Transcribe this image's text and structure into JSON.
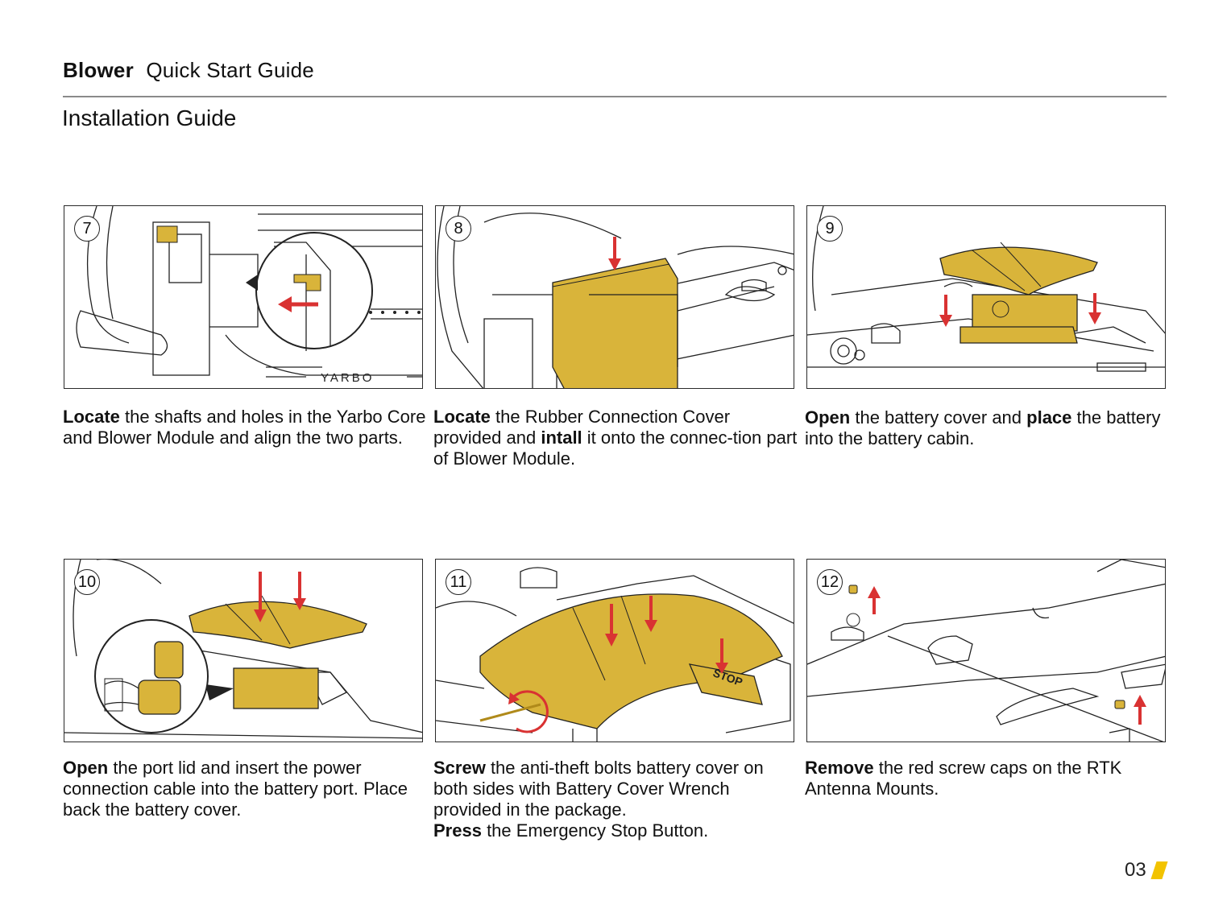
{
  "header": {
    "brand": "Blower",
    "subtitle": "Quick Start Guide"
  },
  "section_title": "Installation Guide",
  "steps": [
    {
      "number": "7",
      "parts": [
        {
          "b": "Locate"
        },
        {
          "t": " the shafts and holes in the Yarbo Core and Blower Module and align the two parts."
        }
      ],
      "illustration_label": "YARBO"
    },
    {
      "number": "8",
      "parts": [
        {
          "b": "Locate"
        },
        {
          "t": " the Rubber Connection Cover provided and "
        },
        {
          "b": "intall"
        },
        {
          "t": " it onto the connec-tion part of Blower Module."
        }
      ]
    },
    {
      "number": "9",
      "parts": [
        {
          "b": "Open"
        },
        {
          "t": " the battery cover and "
        },
        {
          "b": "place"
        },
        {
          "t": " the battery into the battery cabin."
        }
      ]
    },
    {
      "number": "10",
      "parts": [
        {
          "b": "Open"
        },
        {
          "t": " the port lid and insert the power connection cable into the battery port. Place back the battery cover."
        }
      ]
    },
    {
      "number": "11",
      "parts": [
        {
          "b": "Screw"
        },
        {
          "t": " the anti-theft bolts battery cover on both sides with Battery Cover Wrench provided in the package."
        },
        {
          "br": true
        },
        {
          "b": "Press"
        },
        {
          "t": " the Emergency Stop Button."
        }
      ],
      "illustration_label": "STOP"
    },
    {
      "number": "12",
      "parts": [
        {
          "b": "Remove"
        },
        {
          "t": " the red screw caps on the RTK Antenna Mounts."
        }
      ]
    }
  ],
  "page_number": "03",
  "colors": {
    "accent_yellow": "#d9b43a",
    "arrow_red": "#d93232",
    "rule": "#8a8a8a",
    "page_mark": "#f2c300"
  }
}
